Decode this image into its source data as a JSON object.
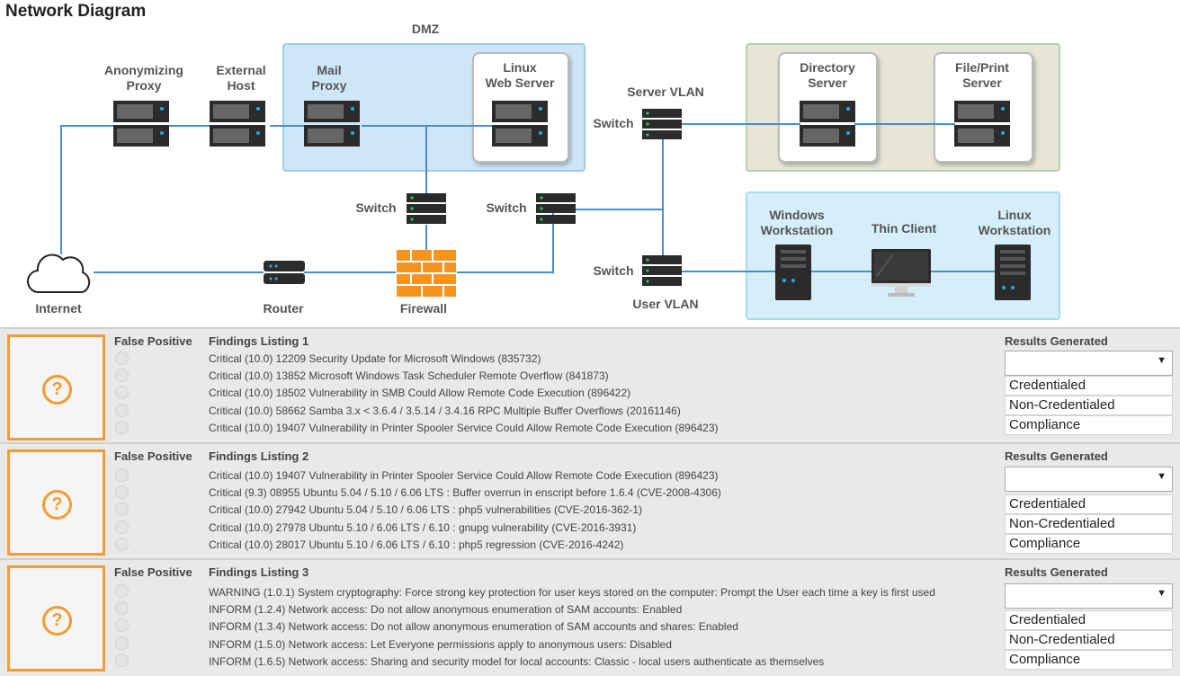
{
  "title": "Network Diagram",
  "diagram": {
    "dmz_label": "DMZ",
    "anonymizing_proxy": "Anonymizing\nProxy",
    "external_host": "External\nHost",
    "mail_proxy": "Mail\nProxy",
    "linux_web_server": "Linux\nWeb Server",
    "server_vlan": "Server VLAN",
    "directory_server": "Directory\nServer",
    "file_print_server": "File/Print\nServer",
    "switch": "Switch",
    "windows_workstation": "Windows\nWorkstation",
    "thin_client": "Thin Client",
    "linux_workstation": "Linux\nWorkstation",
    "internet": "Internet",
    "router": "Router",
    "firewall": "Firewall",
    "user_vlan": "User VLAN"
  },
  "panels": [
    {
      "false_positive_label": "False Positive",
      "findings_title": "Findings Listing 1",
      "results_label": "Results Generated",
      "select_value": "",
      "options": [
        "Credentialed",
        "Non-Credentialed",
        "Compliance"
      ],
      "findings": [
        "Critical (10.0) 12209 Security Update for Microsoft Windows (835732)",
        "Critical (10.0) 13852 Microsoft Windows Task Scheduler Remote Overflow (841873)",
        "Critical (10.0) 18502 Vulnerability in SMB Could Allow Remote Code Execution (896422)",
        "Critical (10.0) 58662 Samba 3.x < 3.6.4 / 3.5.14 / 3.4.16 RPC Multiple Buffer Overflows (20161146)",
        "Critical (10.0) 19407 Vulnerability in Printer Spooler Service Could Allow Remote Code Execution (896423)"
      ]
    },
    {
      "false_positive_label": "False Positive",
      "findings_title": "Findings Listing 2",
      "results_label": "Results Generated",
      "select_value": "",
      "options": [
        "Credentialed",
        "Non-Credentialed",
        "Compliance"
      ],
      "findings": [
        "Critical (10.0) 19407 Vulnerability in Printer Spooler Service Could Allow Remote Code Execution (896423)",
        "Critical (9.3) 08955 Ubuntu 5.04 / 5.10 / 6.06 LTS : Buffer overrun in enscript before 1.6.4 (CVE-2008-4306)",
        "Critical (10.0) 27942 Ubuntu 5.04 / 5.10 / 6.06 LTS : php5 vulnerabilities (CVE-2016-362-1)",
        "Critical (10.0) 27978 Ubuntu 5.10 / 6.06 LTS / 6.10 : gnupg vulnerability (CVE-2016-3931)",
        "Critical (10.0) 28017 Ubuntu 5.10 / 6.06 LTS / 6.10 : php5 regression (CVE-2016-4242)"
      ]
    },
    {
      "false_positive_label": "False Positive",
      "findings_title": "Findings Listing 3",
      "results_label": "Results Generated",
      "select_value": "",
      "options": [
        "Credentialed",
        "Non-Credentialed",
        "Compliance"
      ],
      "findings": [
        "WARNING (1.0.1) System cryptography: Force strong key protection for user keys stored on the computer: Prompt the User each time a key is first used",
        "INFORM (1.2.4) Network access: Do not allow anonymous enumeration of SAM accounts: Enabled",
        "INFORM (1.3.4) Network access: Do not allow anonymous enumeration of SAM accounts and shares: Enabled",
        "INFORM (1.5.0) Network access: Let Everyone permissions apply to anonymous users: Disabled",
        "INFORM (1.6.5) Network access: Sharing and security model for local accounts: Classic - local users authenticate as themselves"
      ]
    }
  ],
  "colors": {
    "accent_orange": "#f39c34",
    "wire_blue": "#4a90c8",
    "dmz_fill": "#cfe6f8",
    "server_vlan_fill": "#e6e5d8",
    "user_vlan_fill": "#d6eef9"
  }
}
